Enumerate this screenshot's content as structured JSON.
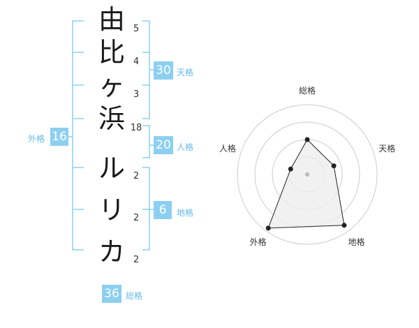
{
  "name_chars": [
    {
      "char": "由",
      "strokes": "5"
    },
    {
      "char": "比",
      "strokes": "4"
    },
    {
      "char": "ヶ",
      "strokes": "3"
    },
    {
      "char": "浜",
      "strokes": "18"
    },
    {
      "char": "ル",
      "strokes": "2"
    },
    {
      "char": "リ",
      "strokes": "2"
    },
    {
      "char": "カ",
      "strokes": "2"
    }
  ],
  "kaku": {
    "tenkaku": {
      "value": "30",
      "label": "天格"
    },
    "jinkaku": {
      "value": "20",
      "label": "人格"
    },
    "chikaku": {
      "value": "6",
      "label": "地格"
    },
    "gaikaku": {
      "value": "16",
      "label": "外格"
    },
    "soukaku": {
      "value": "36",
      "label": "総格"
    }
  },
  "colors": {
    "accent": "#8ccff0",
    "accent_text": "#66b9e6",
    "bracket": "#8ccff0",
    "radar_grid": "#cccccc",
    "radar_fill": "#eeeeee",
    "radar_line": "#222222"
  },
  "chart_data": {
    "type": "radar",
    "axes": [
      "総格",
      "天格",
      "地格",
      "外格",
      "人格"
    ],
    "values": [
      0.5,
      0.4,
      0.9,
      0.95,
      0.25
    ],
    "rings": 4
  }
}
